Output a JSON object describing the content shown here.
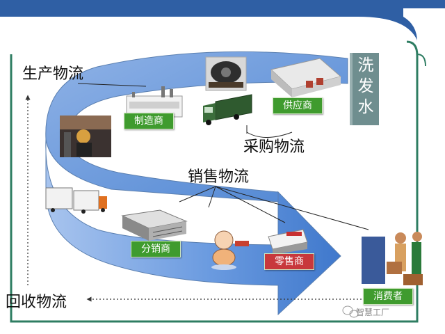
{
  "labels": {
    "production": "生产物流",
    "procurement": "采购物流",
    "sales": "销售物流",
    "recycling": "回收物流"
  },
  "nodes": {
    "manufacturer": "制造商",
    "supplier": "供应商",
    "distributor": "分销商",
    "retailer": "零售商",
    "consumer": "消费者"
  },
  "vertical_box": [
    "洗",
    "发",
    "水"
  ],
  "watermark": "智慧工厂",
  "colors": {
    "header_band": "#2f5fa4",
    "frame_green": "#2e7d62",
    "arrow_blue": "#4f86d3",
    "tag_green": "#3f9b2e",
    "tag_red": "#c8383c",
    "vbox_gray": "#6f8e8f"
  }
}
